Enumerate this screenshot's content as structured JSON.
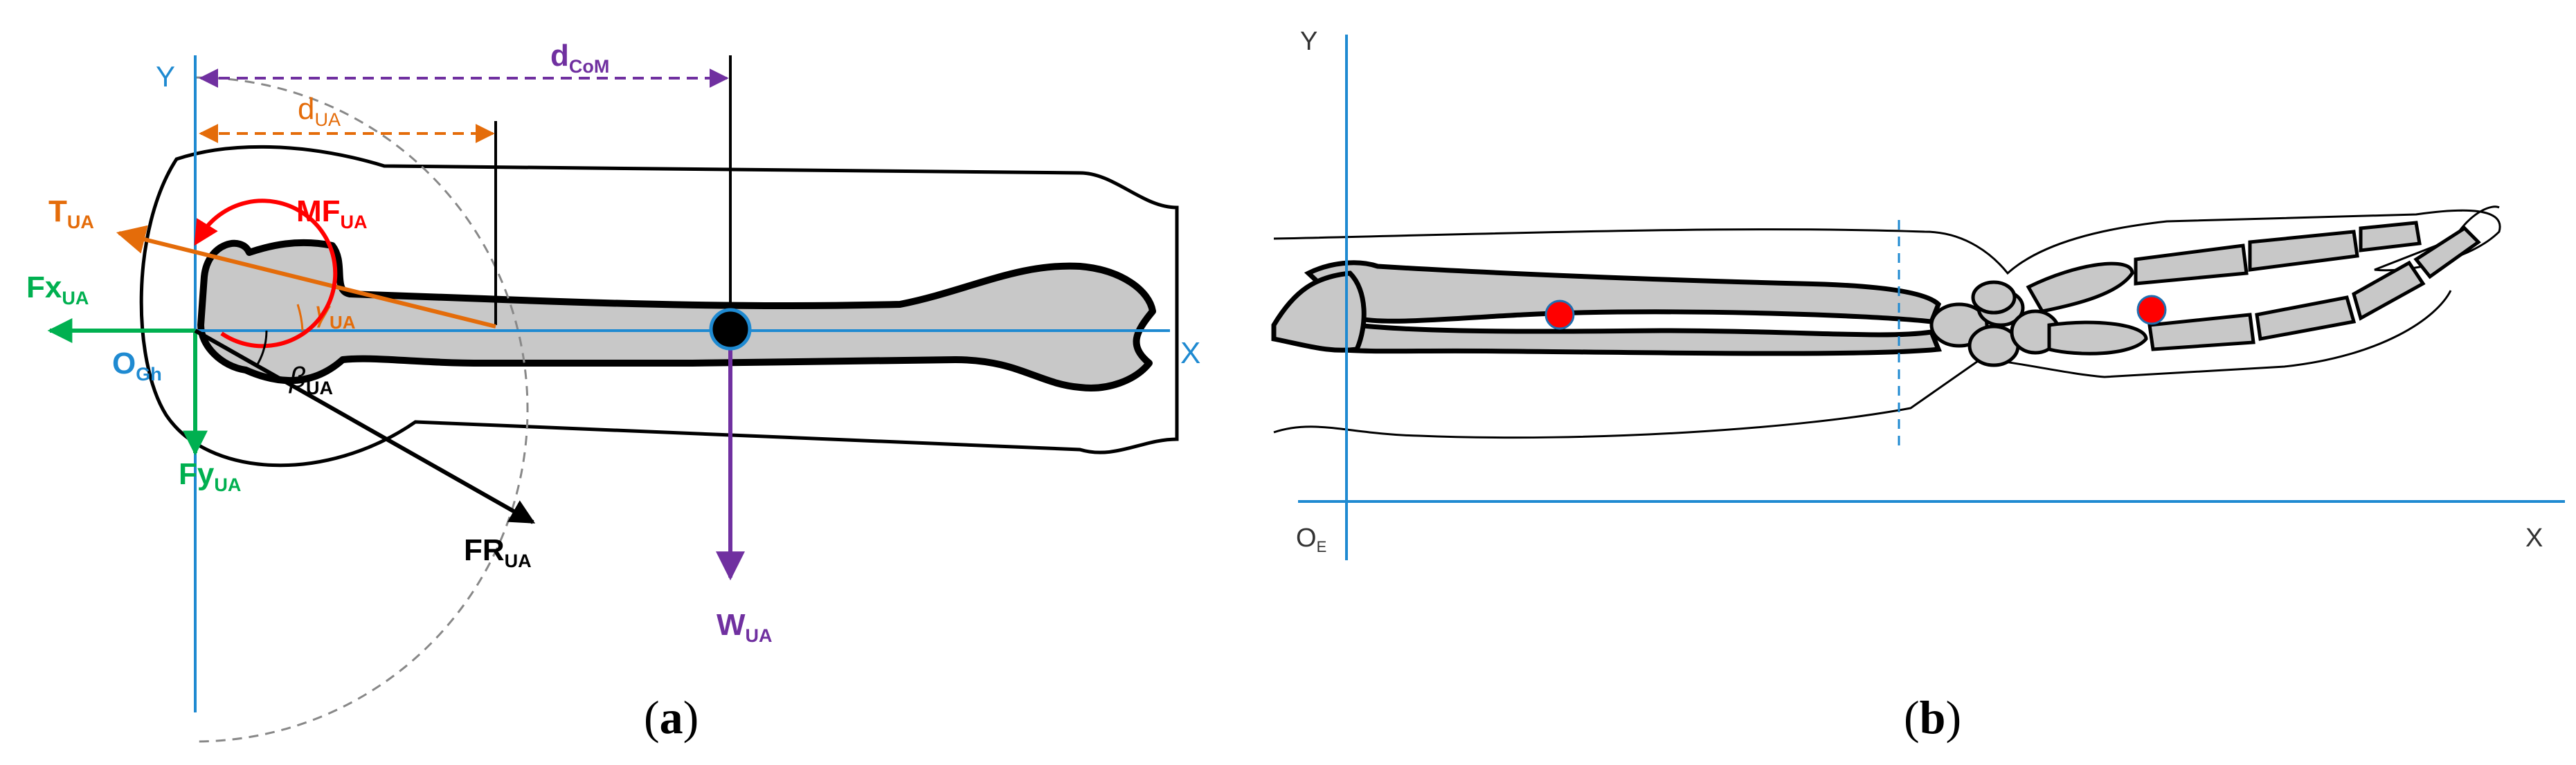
{
  "panel_a": {
    "caption": {
      "open": "(",
      "letter": "a",
      "close": ")"
    },
    "axis_y": "Y",
    "axis_x": "X",
    "origin": {
      "main": "O",
      "sub": "Gh"
    },
    "d_com": {
      "main": "d",
      "sub": "CoM"
    },
    "d_ua": {
      "main": "d",
      "sub": "UA"
    },
    "t_ua": {
      "main": "T",
      "sub": "UA"
    },
    "mf_ua": {
      "main": "MF",
      "sub": "UA"
    },
    "fx_ua": {
      "main": "Fx",
      "sub": "UA"
    },
    "fy_ua": {
      "main": "Fy",
      "sub": "UA"
    },
    "gamma_ua": {
      "main": "γ",
      "sub": "UA"
    },
    "beta_ua": {
      "main": "β",
      "sub": "UA"
    },
    "fr_ua": {
      "main": "FR",
      "sub": "UA"
    },
    "w_ua": {
      "main": "W",
      "sub": "UA"
    },
    "colors": {
      "axis": "#1f8ad1",
      "tension": "#e46c0a",
      "moment": "#ff0000",
      "joint_force": "#00b050",
      "weight": "#7030a0",
      "reaction": "#000000",
      "bone": "#c8c8c8"
    }
  },
  "panel_b": {
    "caption": {
      "open": "(",
      "letter": "b",
      "close": ")"
    },
    "axis_y": "Y",
    "axis_x": "X",
    "origin": {
      "main": "O",
      "sub": "E"
    },
    "colors": {
      "axis": "#1f8ad1",
      "marker": "#ff0000",
      "bone": "#c8c8c8"
    }
  }
}
